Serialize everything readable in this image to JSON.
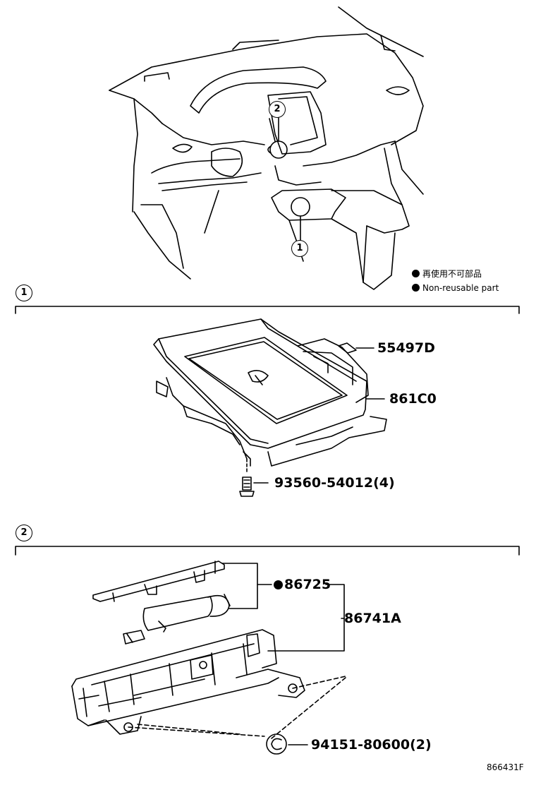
{
  "diagram": {
    "legend": {
      "jp": "再使用不可部品",
      "en": "Non-reusable part"
    },
    "sections": [
      {
        "marker": "1",
        "parts": [
          {
            "label": "55497D"
          },
          {
            "label": "861C0"
          },
          {
            "label": "93560-54012(4)"
          }
        ]
      },
      {
        "marker": "2",
        "parts": [
          {
            "label": "86725",
            "non_reusable": true
          },
          {
            "label": "86741A"
          },
          {
            "label": "94151-80600(2)"
          }
        ]
      }
    ],
    "overview_markers": [
      "2",
      "1"
    ],
    "figure_number": "866431F"
  }
}
